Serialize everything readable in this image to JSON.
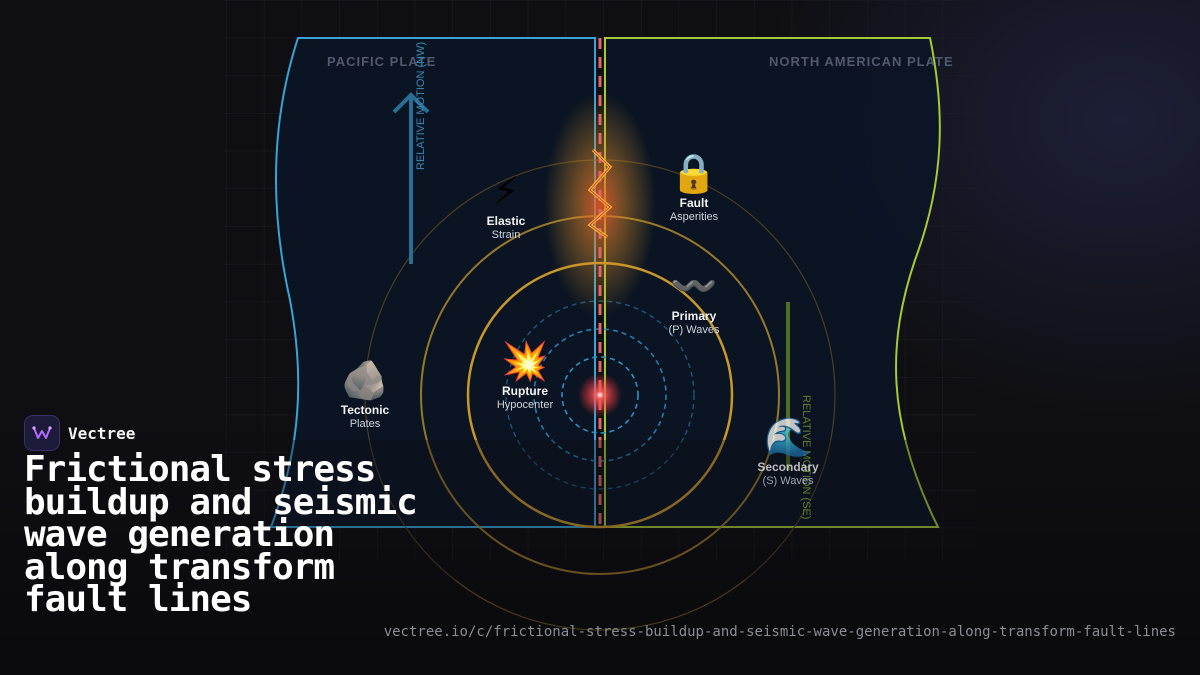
{
  "brand": {
    "name": "Vectree"
  },
  "title": "Frictional stress buildup and seismic wave generation along transform fault lines",
  "url": "vectree.io/c/frictional-stress-buildup-and-seismic-wave-generation-along-transform-fault-lines",
  "diagram": {
    "left_plate": {
      "name": "PACIFIC PLATE",
      "motion_label": "RELATIVE MOTION (NW)",
      "color": "#3aa3d6"
    },
    "right_plate": {
      "name": "NORTH AMERICAN PLATE",
      "motion_label": "RELATIVE MOTION (SE)",
      "color": "#a6c936"
    },
    "fault_color": "#e0646c",
    "ring_color": "#c9982a",
    "wave_color": "#2f8fc4",
    "labels": [
      {
        "icon": "lightning-icon",
        "emoji": "⚡",
        "title": "Elastic",
        "subtitle": "Strain"
      },
      {
        "icon": "lock-icon",
        "emoji": "🔒",
        "title": "Fault",
        "subtitle": "Asperities"
      },
      {
        "icon": "wave-squiggle-icon",
        "emoji": "〰️",
        "title": "Primary",
        "subtitle": "(P) Waves"
      },
      {
        "icon": "explosion-icon",
        "emoji": "💥",
        "title": "Rupture",
        "subtitle": "Hypocenter"
      },
      {
        "icon": "rock-icon",
        "emoji": "🪨",
        "title": "Tectonic",
        "subtitle": "Plates"
      },
      {
        "icon": "ocean-wave-icon",
        "emoji": "🌊",
        "title": "Secondary",
        "subtitle": "(S) Waves"
      }
    ]
  }
}
